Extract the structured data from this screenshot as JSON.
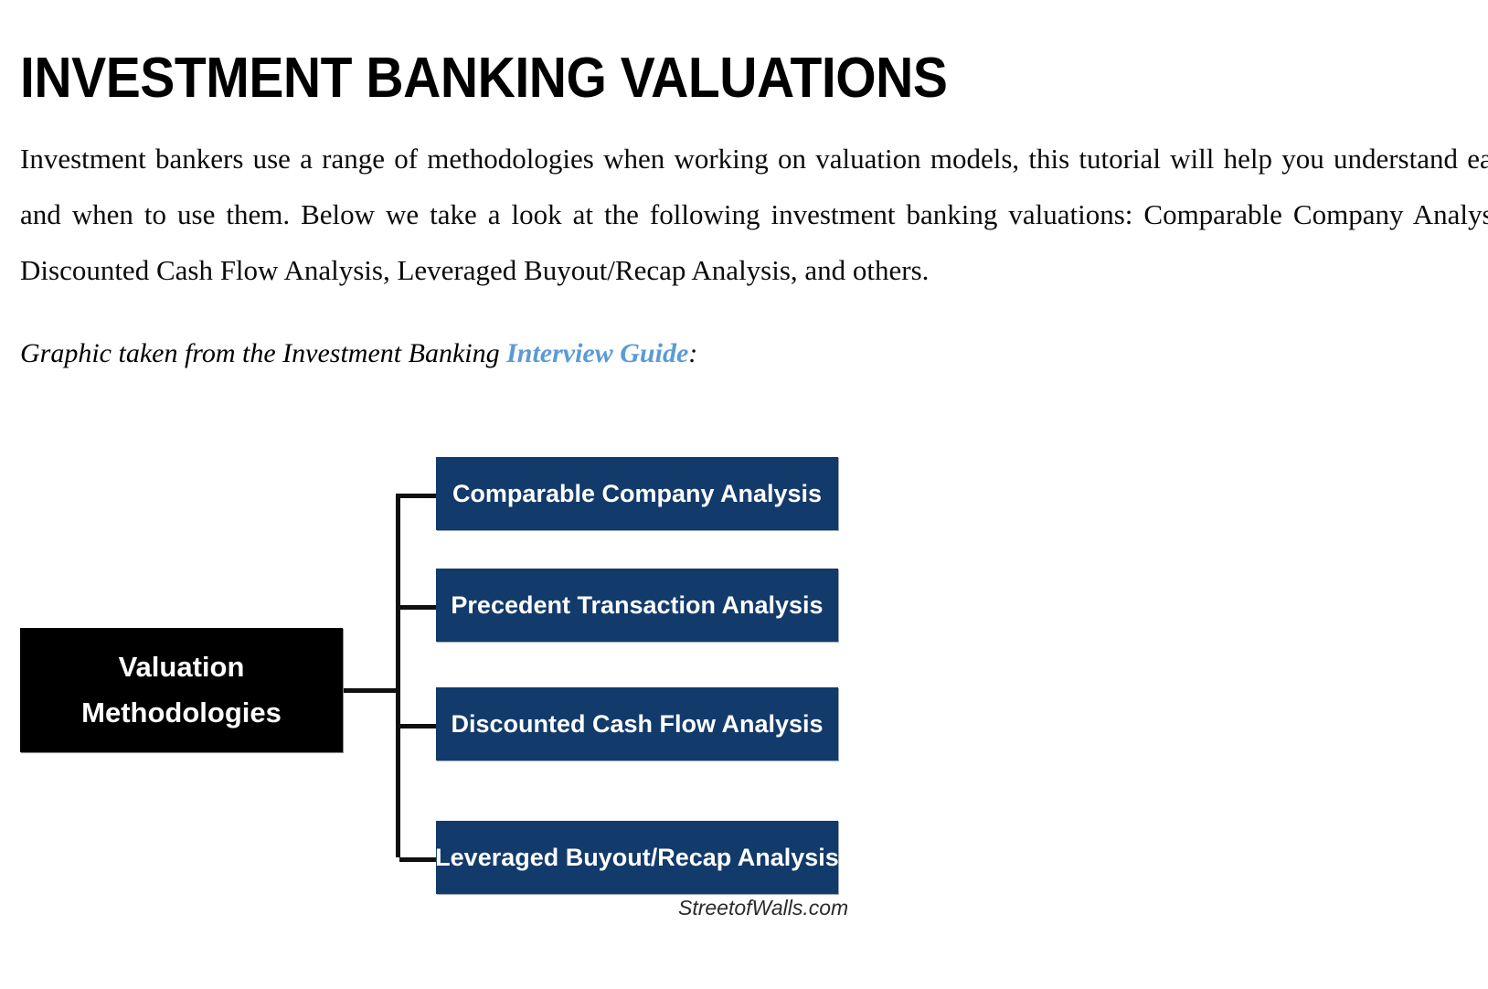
{
  "page": {
    "title": "INVESTMENT BANKING VALUATIONS",
    "intro_paragraph": "Investment bankers use a range of methodologies when working on valuation models, this tutorial will help you understand each and when to use them.   Below we take a look at the following investment banking valuations: Comparable Company Analysis, Discounted Cash Flow Analysis, Leveraged Buyout/Recap Analysis, and others.",
    "caption": {
      "prefix": "Graphic taken from the Investment Banking ",
      "link_text": "Interview Guide",
      "suffix": ":"
    }
  },
  "diagram": {
    "root": {
      "line1": "Valuation",
      "line2": "Methodologies",
      "background": "#000000",
      "text_color": "#ffffff"
    },
    "leaves": [
      {
        "label": "Comparable Company Analysis"
      },
      {
        "label": "Precedent Transaction Analysis"
      },
      {
        "label": "Discounted Cash Flow Analysis"
      },
      {
        "label": "Leveraged Buyout/Recap Analysis"
      }
    ],
    "leaf_background": "#123A6B",
    "leaf_text_color": "#ffffff",
    "connector_color": "#101010",
    "watermark": "StreetofWalls.com"
  },
  "colors": {
    "link_blue": "#5B9BD5",
    "navy": "#123A6B",
    "black": "#000000",
    "page_background": "#ffffff"
  }
}
